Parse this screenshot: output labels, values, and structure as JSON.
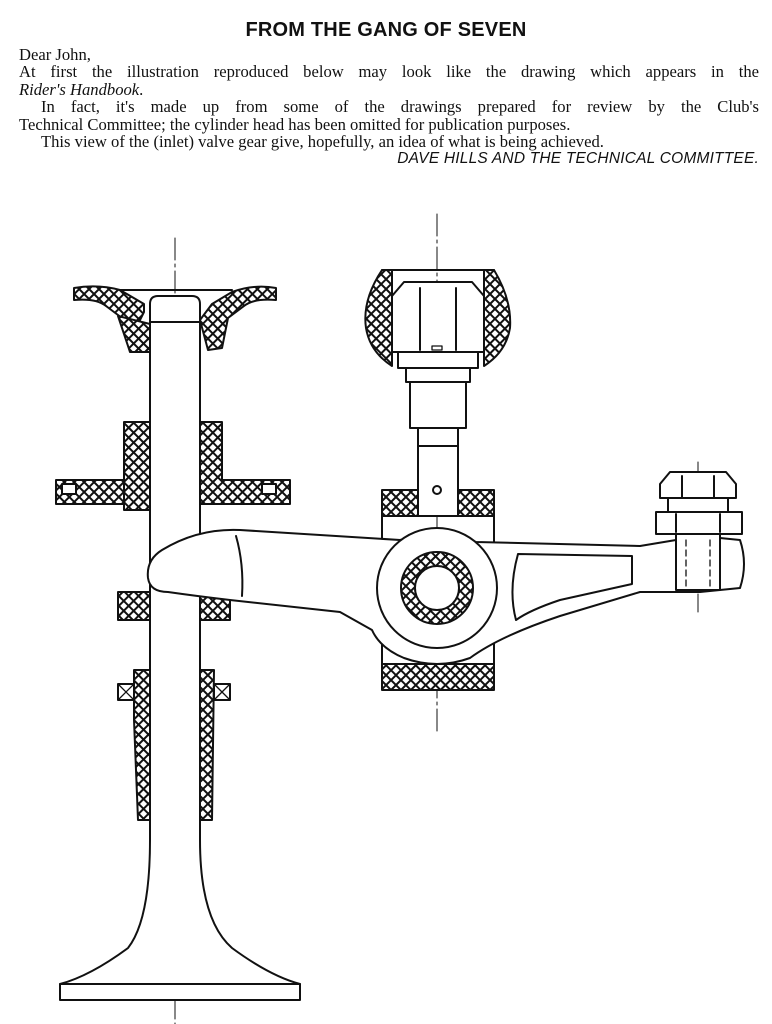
{
  "heading": "FROM THE GANG OF SEVEN",
  "letter": {
    "salutation": "Dear John,",
    "p1_line1": "At first the illustration reproduced below may look like the drawing which appears in the",
    "p1_book": "Rider's Handbook",
    "p1_end": ".",
    "p2_line1": "In fact, it's made up from some of the drawings prepared for review by the Club's",
    "p2_line2": "Technical Committee; the cylinder head has been omitted for publication purposes.",
    "p3": "This view of the (inlet) valve gear give, hopefully, an idea of what is being achieved.",
    "signature": "DAVE HILLS AND THE TECHNICAL COMMITTEE."
  },
  "drawing": {
    "subject": "inlet valve gear technical drawing",
    "line_color": "#111111",
    "paper_color": "#ffffff"
  }
}
